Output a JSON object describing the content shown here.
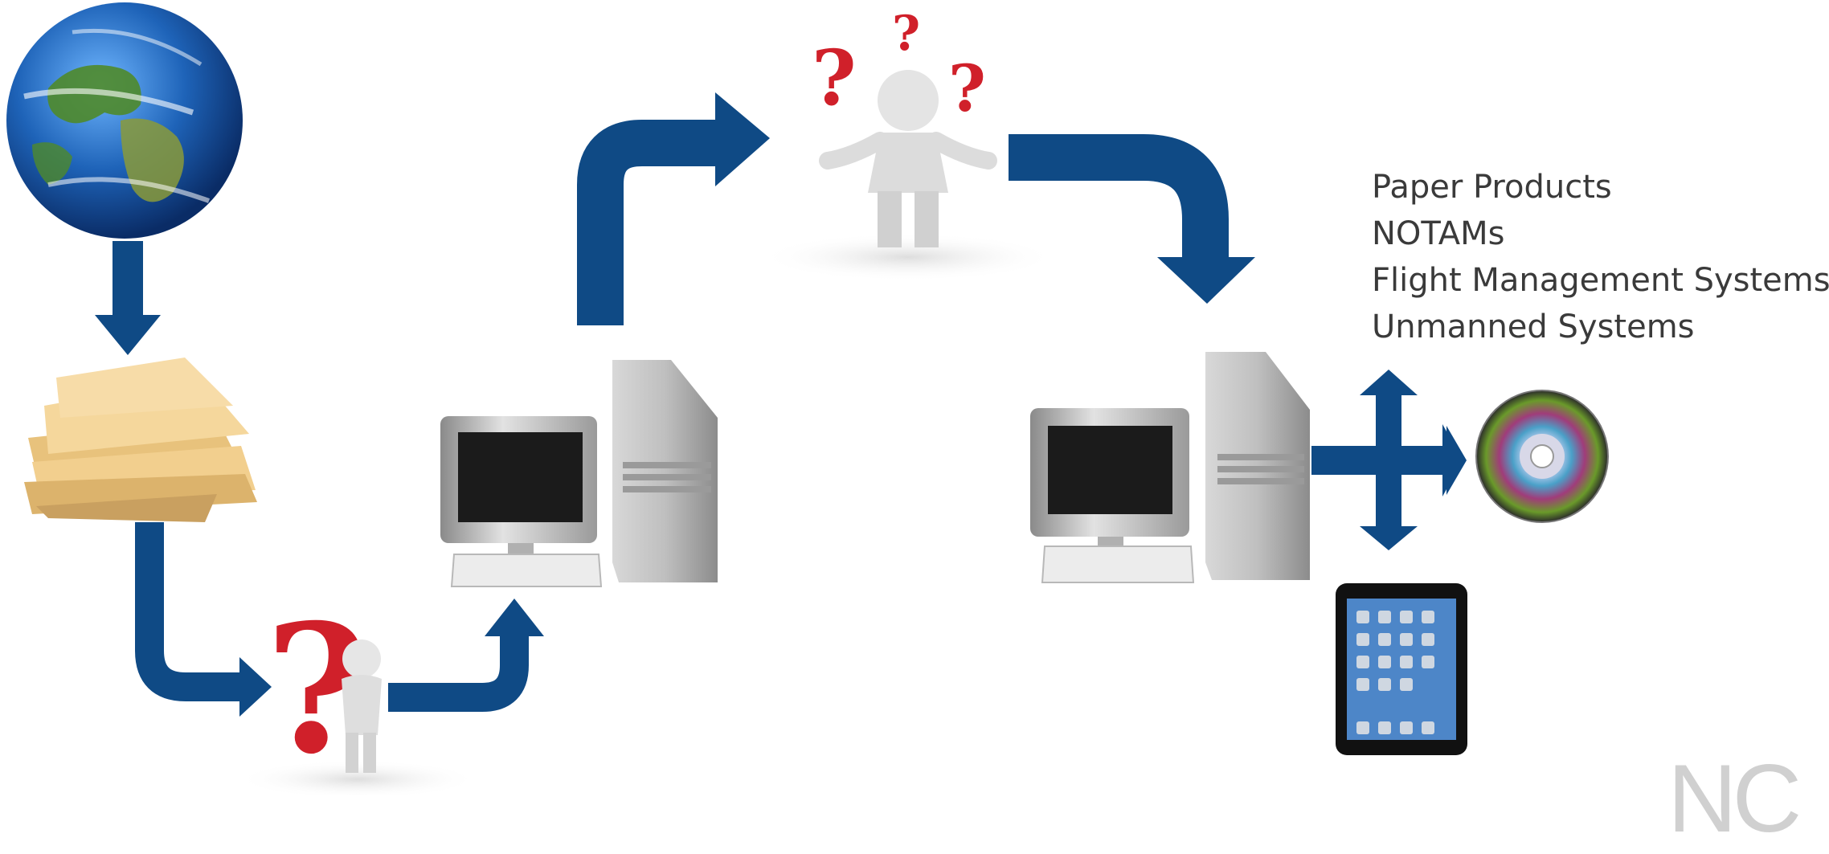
{
  "outputs": {
    "items": [
      "Paper Products",
      "NOTAMs",
      "Flight Management Systems",
      "Unmanned Systems"
    ]
  },
  "logo_text": "NC",
  "colors": {
    "arrow": "#0f4a85",
    "arrow_dark": "#0a3766",
    "globe_ocean": "#1e63b8",
    "folder": "#f2cf8e",
    "question_red": "#d0202a"
  },
  "icons": [
    "globe-icon",
    "folders-icon",
    "thinking-person-icon",
    "computer-icon",
    "confused-person-icon",
    "computer-icon",
    "optical-disc-icon",
    "tablet-icon"
  ]
}
